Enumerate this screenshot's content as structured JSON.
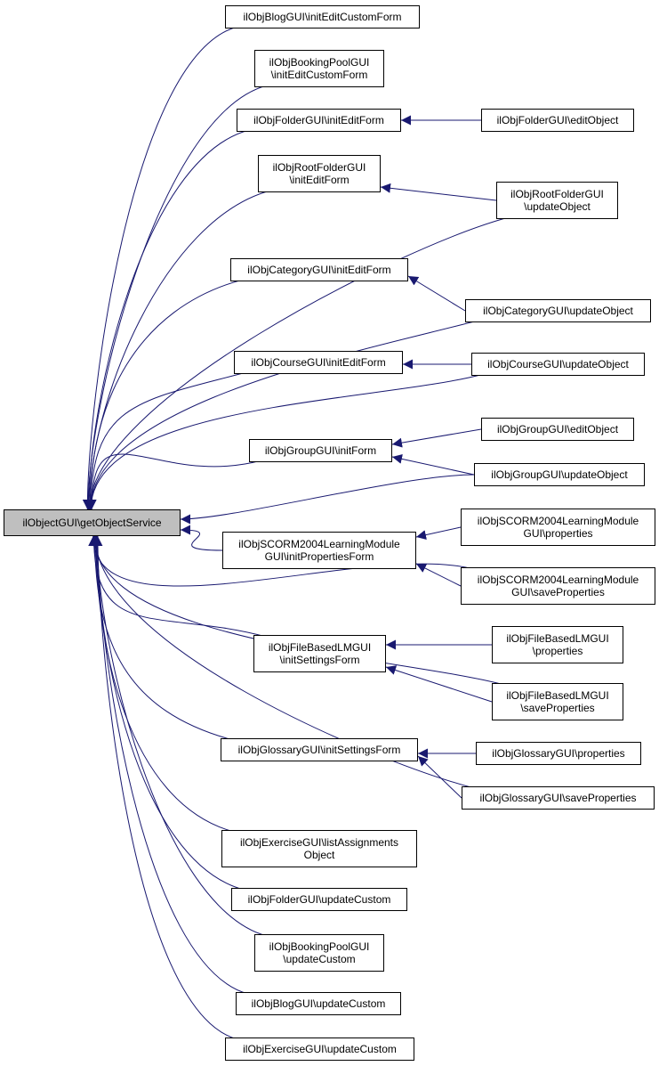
{
  "diagram": {
    "type": "caller-graph",
    "edge_color": "#191970",
    "root": {
      "id": "root",
      "lines": [
        "ilObjectGUI\\getObjectService"
      ],
      "fill": "#bfbfbf"
    },
    "nodes": [
      {
        "id": "blog_iecf",
        "lines": [
          "ilObjBlogGUI\\initEditCustomForm"
        ]
      },
      {
        "id": "bp_iecf",
        "lines": [
          "ilObjBookingPoolGUI",
          "\\initEditCustomForm"
        ]
      },
      {
        "id": "folder_ief",
        "lines": [
          "ilObjFolderGUI\\initEditForm"
        ]
      },
      {
        "id": "folder_eo",
        "lines": [
          "ilObjFolderGUI\\editObject"
        ]
      },
      {
        "id": "rootf_ief",
        "lines": [
          "ilObjRootFolderGUI",
          "\\initEditForm"
        ]
      },
      {
        "id": "rootf_uo",
        "lines": [
          "ilObjRootFolderGUI",
          "\\updateObject"
        ]
      },
      {
        "id": "cat_ief",
        "lines": [
          "ilObjCategoryGUI\\initEditForm"
        ]
      },
      {
        "id": "cat_uo",
        "lines": [
          "ilObjCategoryGUI\\updateObject"
        ]
      },
      {
        "id": "crs_ief",
        "lines": [
          "ilObjCourseGUI\\initEditForm"
        ]
      },
      {
        "id": "crs_uo",
        "lines": [
          "ilObjCourseGUI\\updateObject"
        ]
      },
      {
        "id": "grp_eo",
        "lines": [
          "ilObjGroupGUI\\editObject"
        ]
      },
      {
        "id": "grp_if",
        "lines": [
          "ilObjGroupGUI\\initForm"
        ]
      },
      {
        "id": "grp_uo",
        "lines": [
          "ilObjGroupGUI\\updateObject"
        ]
      },
      {
        "id": "scorm_ipf",
        "lines": [
          "ilObjSCORM2004LearningModule",
          "GUI\\initPropertiesForm"
        ]
      },
      {
        "id": "scorm_p",
        "lines": [
          "ilObjSCORM2004LearningModule",
          "GUI\\properties"
        ]
      },
      {
        "id": "scorm_sp",
        "lines": [
          "ilObjSCORM2004LearningModule",
          "GUI\\saveProperties"
        ]
      },
      {
        "id": "fblm_isf",
        "lines": [
          "ilObjFileBasedLMGUI",
          "\\initSettingsForm"
        ]
      },
      {
        "id": "fblm_p",
        "lines": [
          "ilObjFileBasedLMGUI",
          "\\properties"
        ]
      },
      {
        "id": "fblm_sp",
        "lines": [
          "ilObjFileBasedLMGUI",
          "\\saveProperties"
        ]
      },
      {
        "id": "glo_isf",
        "lines": [
          "ilObjGlossaryGUI\\initSettingsForm"
        ]
      },
      {
        "id": "glo_p",
        "lines": [
          "ilObjGlossaryGUI\\properties"
        ]
      },
      {
        "id": "glo_sp",
        "lines": [
          "ilObjGlossaryGUI\\saveProperties"
        ]
      },
      {
        "id": "exc_lao",
        "lines": [
          "ilObjExerciseGUI\\listAssignments",
          "Object"
        ]
      },
      {
        "id": "folder_uc",
        "lines": [
          "ilObjFolderGUI\\updateCustom"
        ]
      },
      {
        "id": "bp_uc",
        "lines": [
          "ilObjBookingPoolGUI",
          "\\updateCustom"
        ]
      },
      {
        "id": "blog_uc",
        "lines": [
          "ilObjBlogGUI\\updateCustom"
        ]
      },
      {
        "id": "exc_uc",
        "lines": [
          "ilObjExerciseGUI\\updateCustom"
        ]
      }
    ],
    "edges": [
      {
        "from": "blog_iecf",
        "to": "root"
      },
      {
        "from": "bp_iecf",
        "to": "root"
      },
      {
        "from": "folder_ief",
        "to": "root"
      },
      {
        "from": "folder_eo",
        "to": "folder_ief"
      },
      {
        "from": "rootf_ief",
        "to": "root"
      },
      {
        "from": "rootf_uo",
        "to": "rootf_ief"
      },
      {
        "from": "rootf_uo",
        "to": "root"
      },
      {
        "from": "cat_ief",
        "to": "root"
      },
      {
        "from": "cat_uo",
        "to": "cat_ief"
      },
      {
        "from": "cat_uo",
        "to": "root"
      },
      {
        "from": "crs_ief",
        "to": "root"
      },
      {
        "from": "crs_uo",
        "to": "crs_ief"
      },
      {
        "from": "crs_uo",
        "to": "root"
      },
      {
        "from": "grp_if",
        "to": "root"
      },
      {
        "from": "grp_eo",
        "to": "grp_if"
      },
      {
        "from": "grp_uo",
        "to": "grp_if"
      },
      {
        "from": "grp_uo",
        "to": "root"
      },
      {
        "from": "scorm_ipf",
        "to": "root"
      },
      {
        "from": "scorm_p",
        "to": "scorm_ipf"
      },
      {
        "from": "scorm_sp",
        "to": "scorm_ipf"
      },
      {
        "from": "scorm_sp",
        "to": "root"
      },
      {
        "from": "fblm_isf",
        "to": "root"
      },
      {
        "from": "fblm_p",
        "to": "fblm_isf"
      },
      {
        "from": "fblm_sp",
        "to": "fblm_isf"
      },
      {
        "from": "fblm_sp",
        "to": "root"
      },
      {
        "from": "glo_isf",
        "to": "root"
      },
      {
        "from": "glo_p",
        "to": "glo_isf"
      },
      {
        "from": "glo_sp",
        "to": "glo_isf"
      },
      {
        "from": "glo_sp",
        "to": "root"
      },
      {
        "from": "exc_lao",
        "to": "root"
      },
      {
        "from": "folder_uc",
        "to": "root"
      },
      {
        "from": "bp_uc",
        "to": "root"
      },
      {
        "from": "blog_uc",
        "to": "root"
      },
      {
        "from": "exc_uc",
        "to": "root"
      }
    ]
  }
}
